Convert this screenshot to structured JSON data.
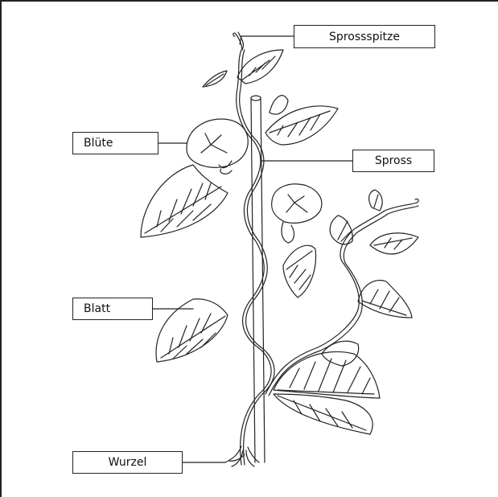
{
  "labels": {
    "sprossspitze": "Sprossspitze",
    "bluete": "Blüte",
    "spross": "Spross",
    "blatt": "Blatt",
    "wurzel": "Wurzel"
  },
  "colors": {
    "line": "#222222",
    "background": "#ffffff"
  }
}
